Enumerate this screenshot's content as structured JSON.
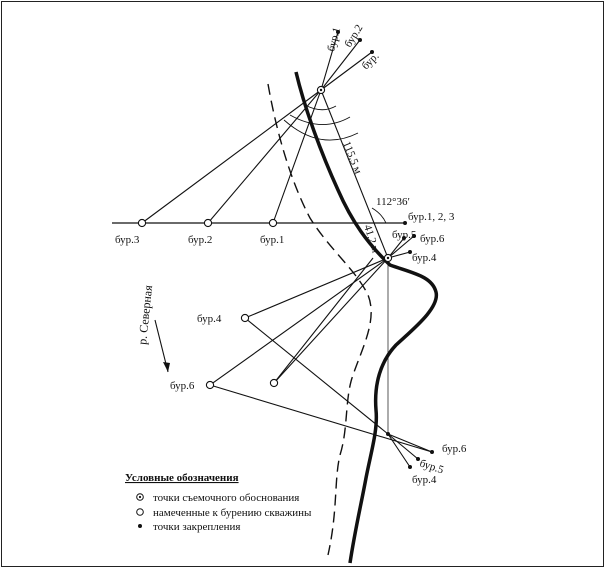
{
  "labels": {
    "bur1_top": "бур.1",
    "bur2_top": "бур.2",
    "bur3_top": "бур.",
    "bur3_line": "бур.3",
    "bur2_line": "бур.2",
    "bur1_line": "бур.1",
    "distance_upper": "115,5 м",
    "angle": "112°36′",
    "line_series": "бур.1, 2, 3",
    "distance_lower": "41,2 м",
    "bur5_upper": "бур.5",
    "bur6_upper": "бур.6",
    "bur4_upper": "бур.4",
    "river": "р. Северная",
    "bur4_mid": "бур.4",
    "bur6_mid": "бур.6",
    "bur6_lower": "бур.6",
    "bur5_lower": "бур.5",
    "bur4_lower": "бур.4"
  },
  "legend": {
    "title": "Условные обозначения",
    "items": [
      "точки съемочного обоснования",
      "намеченные к бурению скважины",
      "точки закрепления"
    ]
  }
}
